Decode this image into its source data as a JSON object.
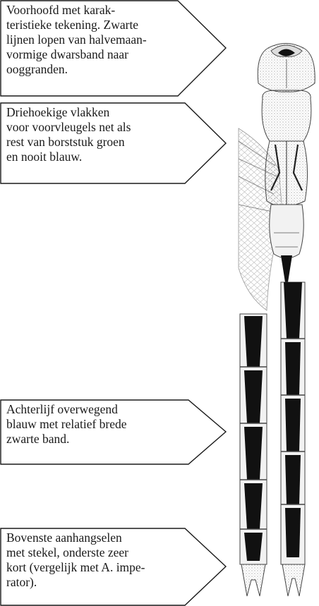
{
  "callouts": [
    {
      "id": "frons",
      "lines": [
        "Voorhoofd met karak-",
        "teristieke tekening. Zwarte",
        "lijnen lopen van halvemaan-",
        "vormige dwarsband naar",
        "ooggranden."
      ]
    },
    {
      "id": "thorax",
      "lines": [
        "Driehoekige vlakken",
        "voor voorvleugels net als",
        "rest van borststuk groen",
        "en nooit blauw."
      ]
    },
    {
      "id": "abdomen",
      "lines": [
        "Achterlijf overwegend",
        "blauw met relatief brede",
        "zwarte band."
      ]
    },
    {
      "id": "appendages",
      "lines": [
        "Bovenste aanhangselen",
        "met stekel, onderste zeer",
        "kort (vergelijk met A. impe-",
        "rator)."
      ]
    }
  ],
  "colors": {
    "ink": "#1a1a1a",
    "body_dark": "#111111",
    "body_light": "#f2f2f2",
    "stipple": "#9a9a9a"
  }
}
